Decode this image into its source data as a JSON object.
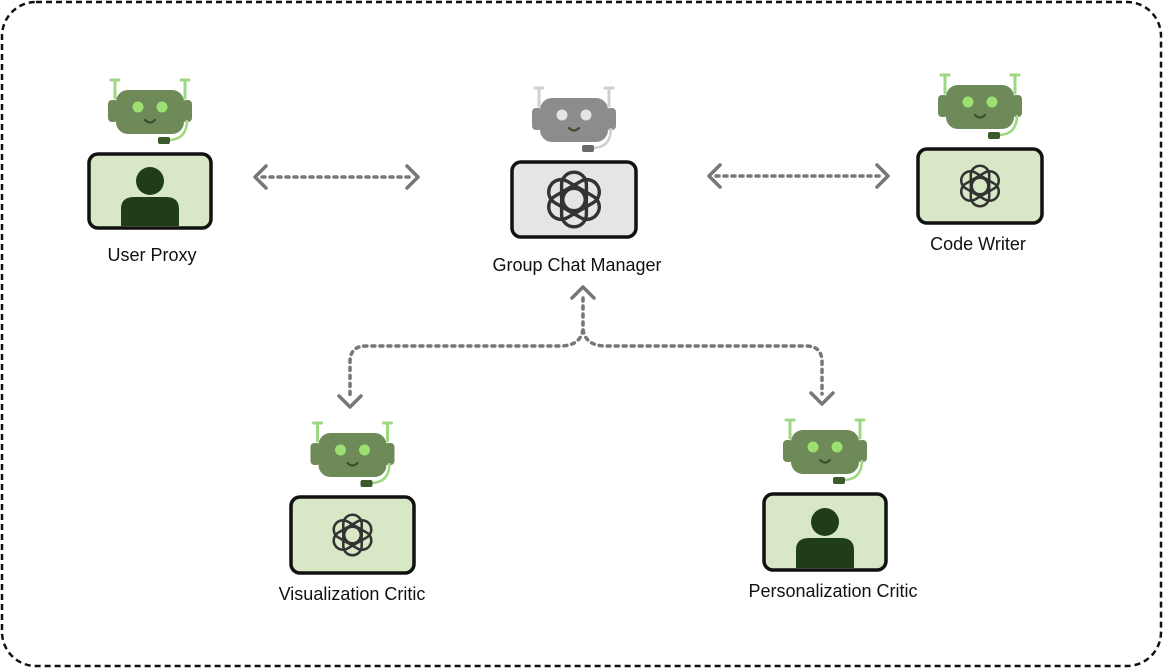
{
  "colors": {
    "frame_border": "#111111",
    "agent_body": "#6e8a58",
    "agent_eye": "#9be070",
    "agent_antenna": "#9fd882",
    "agent_box_fill": "#d8e8c6",
    "manager_body": "#8c8c8c",
    "manager_eye": "#e3e3e3",
    "manager_antenna": "#cfcfcf",
    "manager_box_fill": "#e5e5e5",
    "person": "#1f3d17",
    "openai_logo": "#333333",
    "arrow": "#777777"
  },
  "agents": [
    {
      "id": "user-proxy",
      "label": "User Proxy",
      "icon": "person-icon",
      "theme": "agent"
    },
    {
      "id": "group-chat-manager",
      "label": "Group Chat Manager",
      "icon": "openai-logo-icon",
      "theme": "manager"
    },
    {
      "id": "code-writer",
      "label": "Code Writer",
      "icon": "openai-logo-icon",
      "theme": "agent"
    },
    {
      "id": "visualization-critic",
      "label": "Visualization Critic",
      "icon": "openai-logo-icon",
      "theme": "agent"
    },
    {
      "id": "personalization-critic",
      "label": "Personalization Critic",
      "icon": "person-icon",
      "theme": "agent"
    }
  ],
  "connections": [
    {
      "from": "user-proxy",
      "to": "group-chat-manager",
      "style": "dotted-bidirectional"
    },
    {
      "from": "group-chat-manager",
      "to": "code-writer",
      "style": "dotted-bidirectional"
    },
    {
      "from": "group-chat-manager",
      "to": "visualization-critic",
      "style": "dotted-bidirectional"
    },
    {
      "from": "group-chat-manager",
      "to": "personalization-critic",
      "style": "dotted-bidirectional"
    }
  ]
}
